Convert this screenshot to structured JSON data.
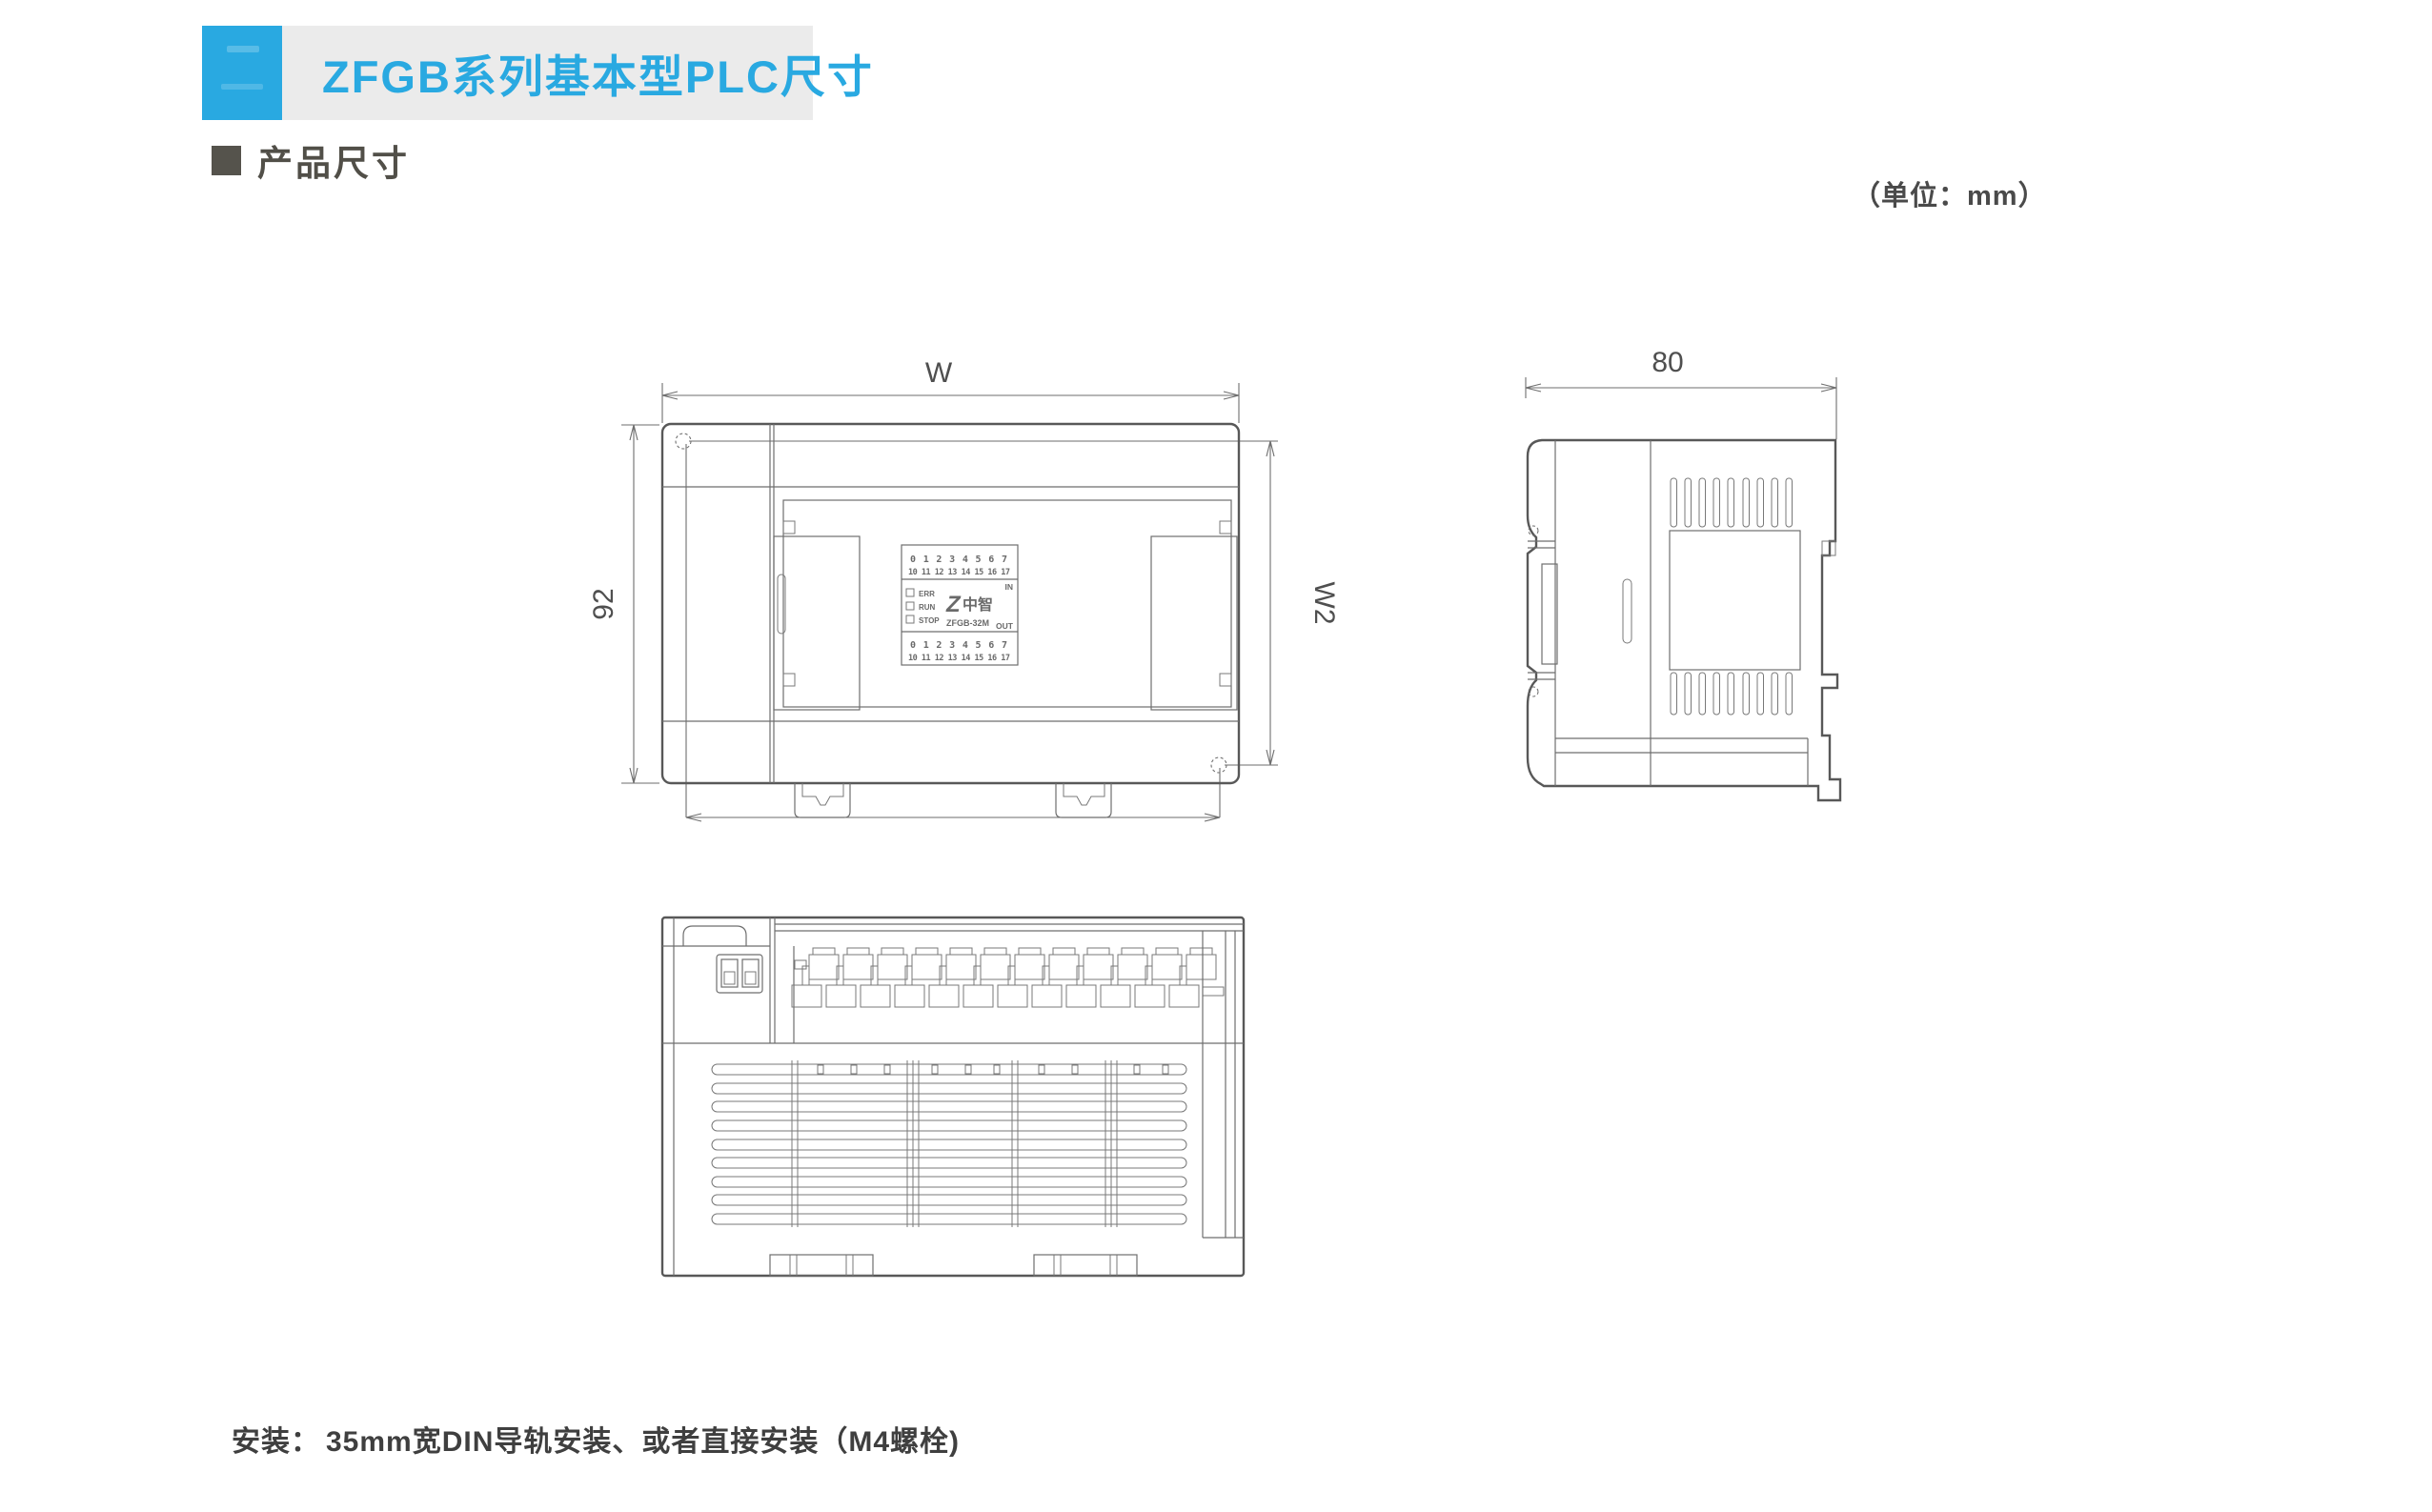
{
  "header": {
    "title": "ZFGB系列基本型PLC尺寸"
  },
  "section": {
    "heading": "产品尺寸",
    "unit_note": "（单位：mm）"
  },
  "dimensions": {
    "front_width": "W",
    "front_height": "92",
    "front_width2": "W2",
    "side_depth": "80"
  },
  "plc_label": {
    "in_row1": "0 1 2 3 4 5 6 7",
    "in_row2": "10 11 12 13 14 15 16 17",
    "in_tag": "IN",
    "led_err": "ERR",
    "led_run": "RUN",
    "led_stop": "STOP",
    "logo_z": "Z",
    "logo_text": "中智",
    "model": "ZFGB-32M",
    "out_tag": "OUT",
    "out_row1": "0 1 2 3 4 5 6 7",
    "out_row2": "10 11 12 13 14 15 16 17"
  },
  "footer": {
    "label": "安装：",
    "text": "35mm宽DIN导轨安装、或者直接安装（M4螺栓)"
  },
  "colors": {
    "accent_blue": "#29a9e1",
    "line_gray": "#6e6e6e",
    "panel_gray": "#ebebeb"
  }
}
